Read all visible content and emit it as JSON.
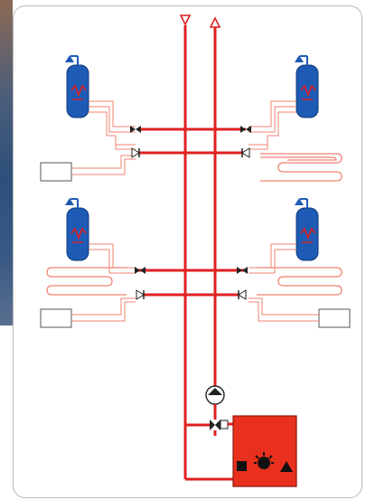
{
  "diagram": {
    "title": "",
    "colors": {
      "pipe": "#e02020",
      "pipe_thin": "#f08070",
      "tank": "#1e5bb5",
      "tank_coil": "#e02020",
      "boiler": "#e8301c",
      "frame_border": "#b8b8b8",
      "valve": "#222222"
    },
    "components": {
      "supply_riser": "supply-riser-arrow-down",
      "return_riser": "return-riser-arrow-up",
      "pump": "circulation-pump",
      "boiler": "boiler-unit",
      "boiler_symbols": [
        "square",
        "flame-burst",
        "triangle"
      ],
      "units": [
        {
          "name": "unit-top-left",
          "has_tank": true,
          "has_radiator_box": true,
          "has_floor_loop": false
        },
        {
          "name": "unit-top-right",
          "has_tank": true,
          "has_radiator_box": false,
          "has_floor_loop": true
        },
        {
          "name": "unit-bottom-left",
          "has_tank": true,
          "has_radiator_box": true,
          "has_floor_loop": true
        },
        {
          "name": "unit-bottom-right",
          "has_tank": true,
          "has_radiator_box": true,
          "has_floor_loop": true
        }
      ]
    }
  }
}
